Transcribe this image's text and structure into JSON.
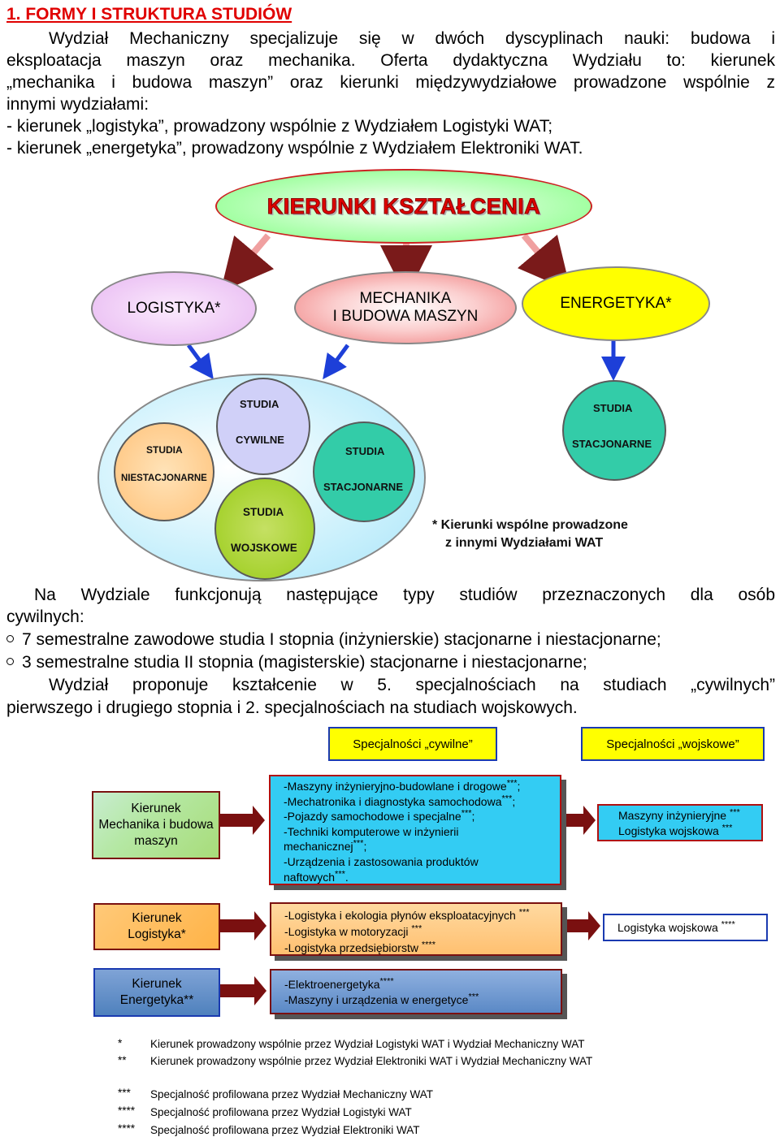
{
  "heading": "1. FORMY I STRUKTURA STUDIÓW",
  "intro": {
    "lines": [
      "Wydział Mechaniczny specjalizuje się w dwóch dyscyplinach nauki: budowa i",
      "eksploatacja maszyn oraz mechanika. Oferta dydaktyczna Wydziału to: kierunek",
      "„mechanika i budowa maszyn” oraz kierunki międzywydziałowe prowadzone wspólnie z",
      "innymi wydziałami:",
      "- kierunek „logistyka”, prowadzony wspólnie z Wydziałem Logistyki WAT;",
      "- kierunek „energetyka”, prowadzony wspólnie z Wydziałem Elektroniki WAT."
    ]
  },
  "diagram": {
    "top": "KIERUNKI KSZTAŁCENIA",
    "logistyka": "LOGISTYKA*",
    "mechanika_1": "MECHANIKA",
    "mechanika_2": "I BUDOWA MASZYN",
    "energetyka": "ENERGETYKA*",
    "studia": "STUDIA",
    "cywilne": "CYWILNE",
    "niestacjonarne": "NIESTACJONARNE",
    "stacjonarne": "STACJONARNE",
    "wojskowe": "WOJSKOWE",
    "note_1": "* Kierunki wspólne prowadzone",
    "note_2": "z innymi Wydziałami WAT"
  },
  "body": {
    "line1": "Na Wydziale funkcjonują następujące typy studiów przeznaczonych dla osób",
    "line2": "cywilnych:",
    "bullet1": "7 semestralne zawodowe studia I stopnia (inżynierskie) stacjonarne i niestacjonarne;",
    "bullet2": "3 semestralne studia II stopnia (magisterskie) stacjonarne i niestacjonarne;",
    "line3": "Wydział proponuje kształcenie w 5. specjalnościach na studiach „cywilnych”",
    "line4": "pierwszego i drugiego stopnia i 2. specjalnościach na studiach wojskowych."
  },
  "table": {
    "header_civil": "Specjalności „cywilne”",
    "header_military": "Specjalności „wojskowe”",
    "rows": [
      {
        "kierunek": [
          "Kierunek",
          "Mechanika i budowa",
          "maszyn"
        ],
        "civil": [
          {
            "t": "-Maszyny inżynieryjno-budowlane i drogowe",
            "s": "***",
            "e": ";"
          },
          {
            "t": "-Mechatronika i diagnostyka samochodowa",
            "s": "***",
            "e": ";"
          },
          {
            "t": "-Pojazdy samochodowe i specjalne",
            "s": "***",
            "e": ";"
          },
          {
            "t": "-Techniki komputerowe w inżynierii",
            "s": "",
            "e": ""
          },
          {
            "t": " mechanicznej",
            "s": "***",
            "e": ";"
          },
          {
            "t": "-Urządzenia i zastosowania produktów",
            "s": "",
            "e": ""
          },
          {
            "t": "naftowych",
            "s": "***",
            "e": "."
          }
        ],
        "military": [
          {
            "t": "Maszyny inżynieryjne ",
            "s": "***",
            "e": ""
          },
          {
            "t": "Logistyka wojskowa ",
            "s": "***",
            "e": ""
          }
        ]
      },
      {
        "kierunek": [
          "Kierunek",
          "Logistyka*"
        ],
        "civil": [
          {
            "t": "-Logistyka i ekologia płynów eksploatacyjnych ",
            "s": "***",
            "e": ""
          },
          {
            "t": "-Logistyka w motoryzacji ",
            "s": "***",
            "e": ""
          },
          {
            "t": "-Logistyka przedsiębiorstw ",
            "s": "****",
            "e": ""
          }
        ],
        "military": [
          {
            "t": "Logistyka wojskowa ",
            "s": "****",
            "e": ""
          }
        ]
      },
      {
        "kierunek": [
          "Kierunek",
          "Energetyka**"
        ],
        "civil": [
          {
            "t": "-Elektroenergetyka",
            "s": "****",
            "e": ""
          },
          {
            "t": "-Maszyny i urządzenia w energetyce",
            "s": "***",
            "e": ""
          }
        ],
        "military": []
      }
    ]
  },
  "legend": [
    {
      "mark": "*",
      "text": "Kierunek prowadzony wspólnie przez Wydział Logistyki WAT i Wydział Mechaniczny WAT"
    },
    {
      "mark": "**",
      "text": "Kierunek prowadzony wspólnie przez  Wydział Elektroniki  WAT i Wydział Mechaniczny WAT"
    },
    {
      "mark": "***",
      "text": "Specjalność profilowana przez Wydział Mechaniczny WAT"
    },
    {
      "mark": "****",
      "text": "Specjalność profilowana przez Wydział Logistyki WAT"
    },
    {
      "mark": "****",
      "text": "Specjalność profilowana przez Wydział Elektroniki WAT"
    }
  ],
  "colors": {
    "heading": "#e00000",
    "top_ellipse": "#80ff80",
    "logistyka": "#e7b7f1",
    "mechanika": "#ef7a7a",
    "energetyka": "#ffff00",
    "arrow": "#1d3fd8",
    "civil_box": "#33ccf3",
    "logistyka_box": "#ffb347",
    "energetyka_box": "#4f81bd"
  }
}
